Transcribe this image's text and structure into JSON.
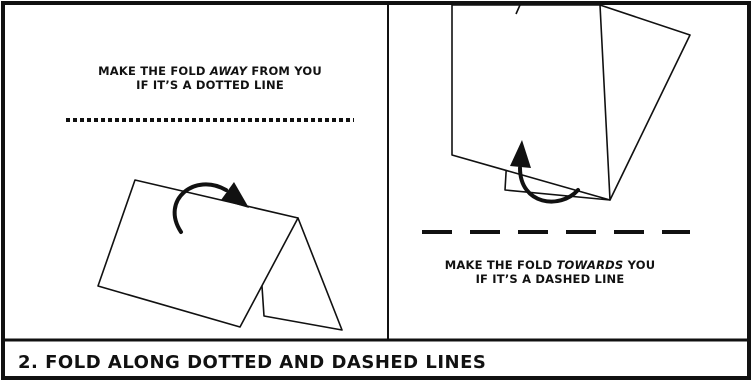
{
  "left_panel": {
    "instruction_line1_before": "MAKE THE FOLD ",
    "instruction_line1_emph": "AWAY",
    "instruction_line1_after": " FROM YOU",
    "instruction_line2": "IF IT’S A DOTTED LINE",
    "line_style": "dotted"
  },
  "right_panel": {
    "instruction_line1_before": "MAKE THE FOLD ",
    "instruction_line1_emph": "TOWARDS",
    "instruction_line1_after": " YOU",
    "instruction_line2": "IF IT’S A DASHED LINE",
    "line_style": "dashed"
  },
  "caption": "2. FOLD ALONG DOTTED AND DASHED LINES",
  "colors": {
    "ink": "#111111",
    "paper": "#ffffff"
  }
}
